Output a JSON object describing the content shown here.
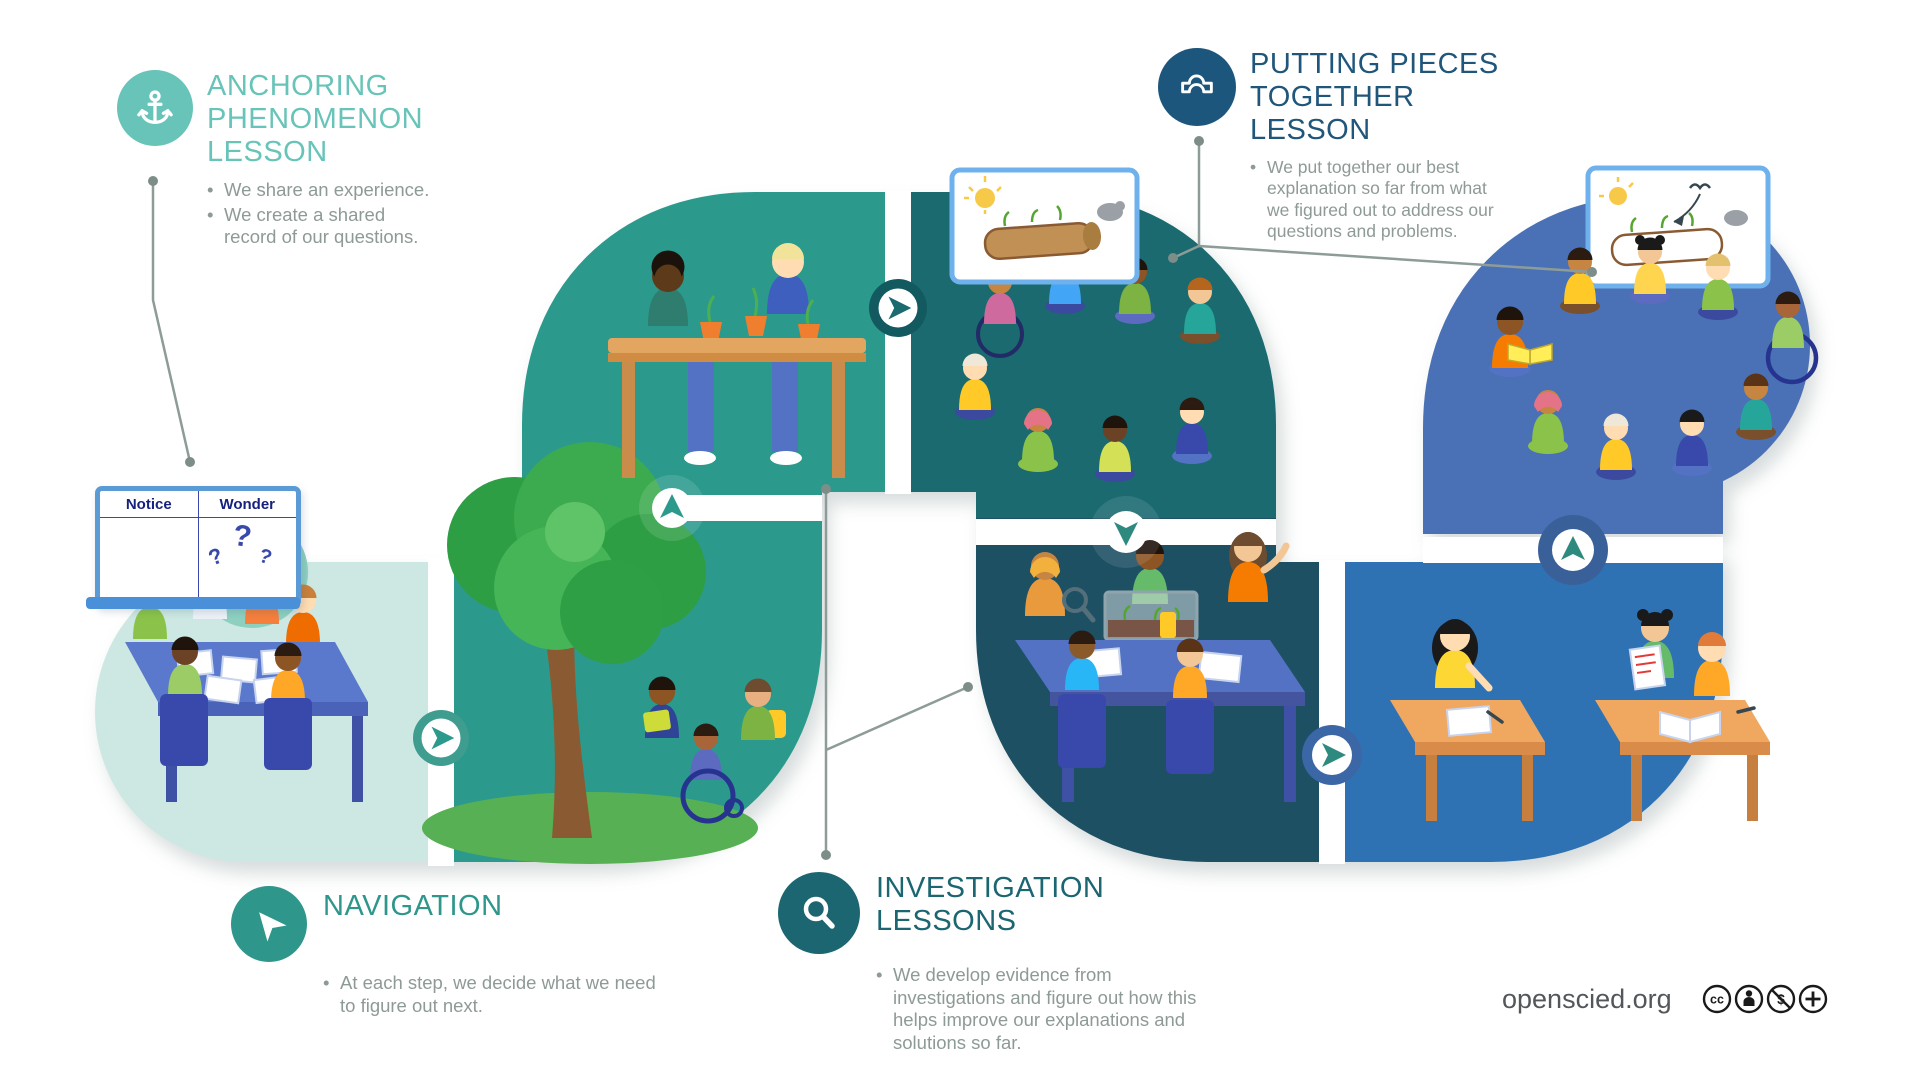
{
  "sections": {
    "anchoring_phenomenon": {
      "title": "ANCHORING PHENOMENON LESSON",
      "icon": "anchor-icon",
      "accent_color": "#68c4b8",
      "bullets": [
        "We share an experience.",
        "We create a shared record of our questions."
      ]
    },
    "putting_pieces": {
      "title": "PUTTING PIECES TOGETHER LESSON",
      "icon": "puzzle-icon",
      "accent_color": "#20567a",
      "bullets": [
        "We put together our best explanation so far from what we figured out to address our questions and problems."
      ]
    },
    "navigation": {
      "title": "NAVIGATION",
      "icon": "navigation-arrow-icon",
      "accent_color": "#2f968b",
      "bullets": [
        "At each step, we decide what we need to figure out next."
      ]
    },
    "investigation": {
      "title": "INVESTIGATION LESSONS",
      "icon": "magnifier-icon",
      "accent_color": "#1b6671",
      "bullets": [
        "We develop evidence from investigations and figure out how this helps improve our explanations and solutions so far."
      ]
    }
  },
  "whiteboard": {
    "left_header": "Notice",
    "right_header": "Wonder",
    "wonder_marks": [
      "?",
      "?",
      "?"
    ]
  },
  "footer": {
    "site": "openscied.org",
    "license_icons": [
      "cc-icon",
      "cc-by-icon",
      "cc-nc-icon",
      "cc-plus-icon"
    ]
  },
  "path_colors": {
    "segment_1": "#cde8e2",
    "segment_2": "#2b9a8c",
    "segment_3": "#2b9a8c",
    "segment_4": "#1a6a70",
    "segment_5": "#1e5064",
    "segment_6": "#2f72b4",
    "segment_7": "#4a71b5"
  }
}
